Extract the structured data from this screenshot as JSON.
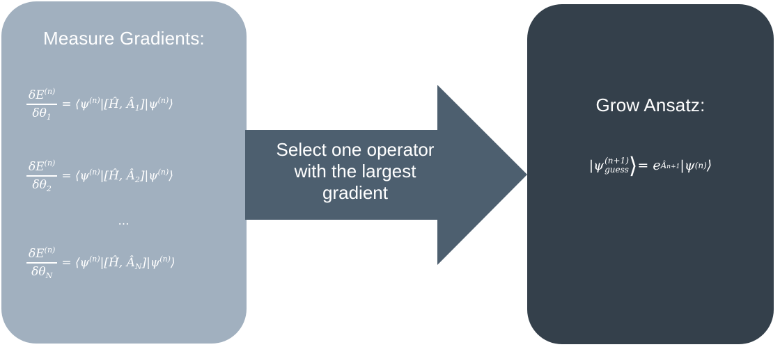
{
  "left_box": {
    "title": "Measure Gradients:",
    "equations": [
      {
        "num": "δE",
        "num_sup": "(n)",
        "den": "δθ",
        "den_sub": "1",
        "lhs_state": "⟨ψ",
        "psi_sup": "(n)",
        "comm_left": "|[Ĥ, Â",
        "comm_sub": "1",
        "comm_right": "]|ψ",
        "end_sup": "(n)",
        "close": "⟩"
      },
      {
        "num": "δE",
        "num_sup": "(n)",
        "den": "δθ",
        "den_sub": "2",
        "lhs_state": "⟨ψ",
        "psi_sup": "(n)",
        "comm_left": "|[Ĥ, Â",
        "comm_sub": "2",
        "comm_right": "]|ψ",
        "end_sup": "(n)",
        "close": "⟩"
      },
      {
        "num": "δE",
        "num_sup": "(n)",
        "den": "δθ",
        "den_sub": "N",
        "lhs_state": "⟨ψ",
        "psi_sup": "(n)",
        "comm_left": "|[Ĥ, Â",
        "comm_sub": "N",
        "comm_right": "]|ψ",
        "end_sup": "(n)",
        "close": "⟩"
      }
    ],
    "ellipsis": "…"
  },
  "arrow": {
    "text_lines": [
      "Select one operator",
      "with the largest",
      "gradient"
    ]
  },
  "right_box": {
    "title": "Grow Ansatz:",
    "equation": {
      "open": "|ψ",
      "psi_sup": "(n+1)",
      "psi_sub": "guess",
      "close": "⟩",
      "eq": " = e",
      "exp": "Â",
      "exp_sub": "n+1",
      "tail": "|ψ",
      "tail_sup": "(n)",
      "tail_close": "⟩"
    }
  },
  "colors": {
    "left_box": "#a1b0bf",
    "arrow": "#4d5f6f",
    "right_box": "#34404b",
    "text": "#ffffff"
  }
}
